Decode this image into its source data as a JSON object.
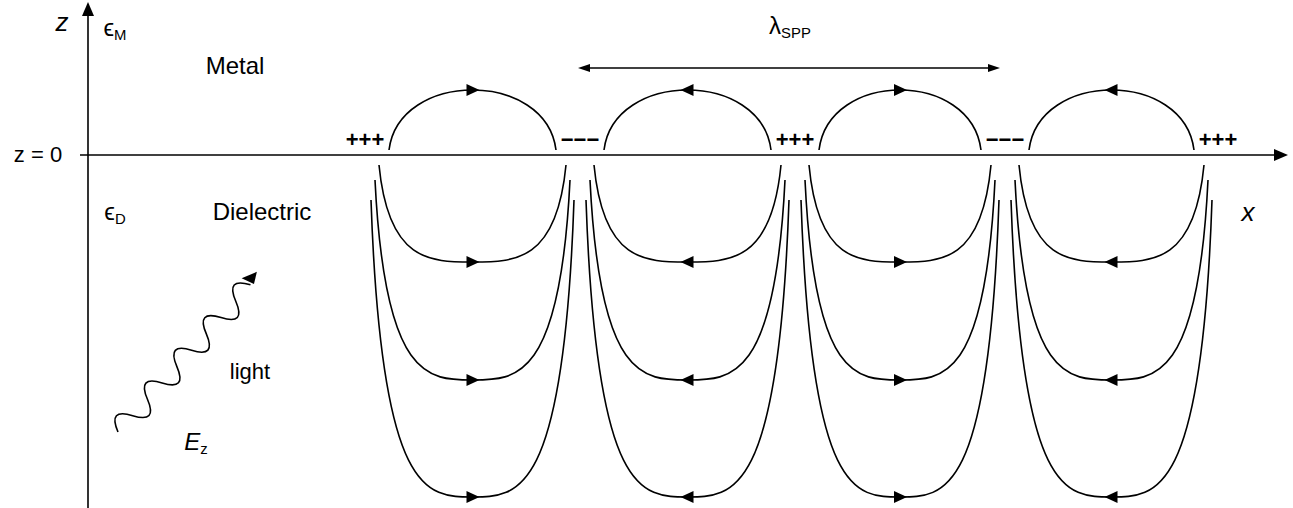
{
  "diagram": {
    "labels": [
      "z",
      "ϵM",
      "Metal",
      "λSPP",
      "+++",
      "−−−",
      "+++",
      "−−−",
      "+++",
      "z = 0",
      "x",
      "ϵD",
      "Dielectric",
      "light",
      "Ez"
    ]
  }
}
